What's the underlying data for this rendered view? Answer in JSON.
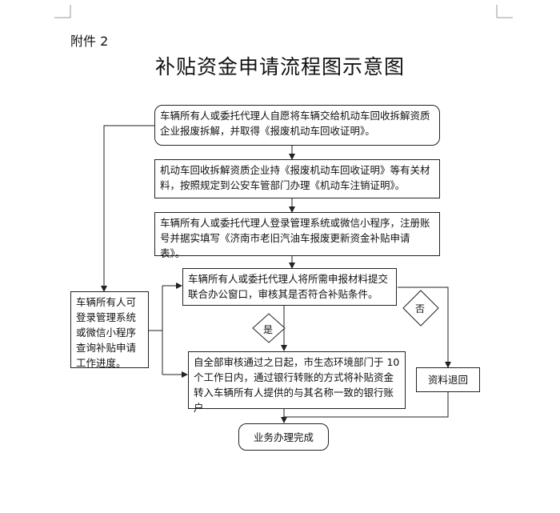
{
  "attachment_label": "附件 2",
  "title": "补贴资金申请流程图示意图",
  "steps": {
    "step1": "车辆所有人或委托代理人自愿将车辆交给机动车回收拆解资质企业报废拆解，并取得《报废机动车回收证明》。",
    "step2": "机动车回收拆解资质企业持《报废机动车回收证明》等有关材料，按照规定到公安车管部门办理《机动车注销证明》。",
    "step3": "车辆所有人或委托代理人登录管理系统或微信小程序，注册账号并据实填写《济南市老旧汽油车报废更新资金补贴申请表》。",
    "step4": "车辆所有人或委托代理人将所需申报材料提交联合办公窗口，审核其是否符合补贴条件。",
    "step5": "自全部审核通过之日起，市生态环境部门于 10 个工作日内，通过银行转账的方式将补贴资金转入车辆所有人提供的与其名称一致的银行账户",
    "query": "车辆所有人可登录管理系统或微信小程序查询补贴申请工作进度。",
    "reject": "资料退回",
    "done": "业务办理完成"
  },
  "decisions": {
    "yes": "是",
    "no": "否"
  }
}
